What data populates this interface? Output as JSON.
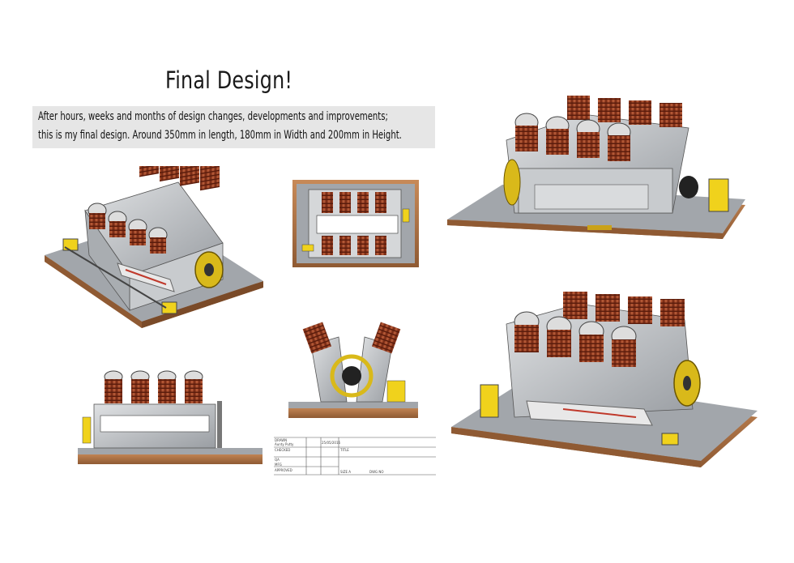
{
  "title": "Final Design!",
  "description": {
    "line1": "After hours, weeks and months of design changes, developments and improvements;",
    "line2": "this is my final design. Around 350mm in length, 180mm in Width and 200mm in Height."
  },
  "title_block": {
    "drawn_label": "DRAWN",
    "drawn_by": "Aunty Putty",
    "date": "25/05/2016",
    "checked_label": "CHECKED",
    "title_label": "TITLE",
    "qa_label": "QA",
    "mfg_label": "MFG",
    "approved_label": "APPROVED",
    "size_label": "SIZE A",
    "dwg_label": "DWG NO"
  },
  "colors": {
    "wood": "#b0764a",
    "coil": "#9a3c22",
    "metal": "#b8bbbf",
    "brass": "#d9b91a",
    "yellow": "#f0d21c",
    "base_top": "#9ea3a8"
  }
}
